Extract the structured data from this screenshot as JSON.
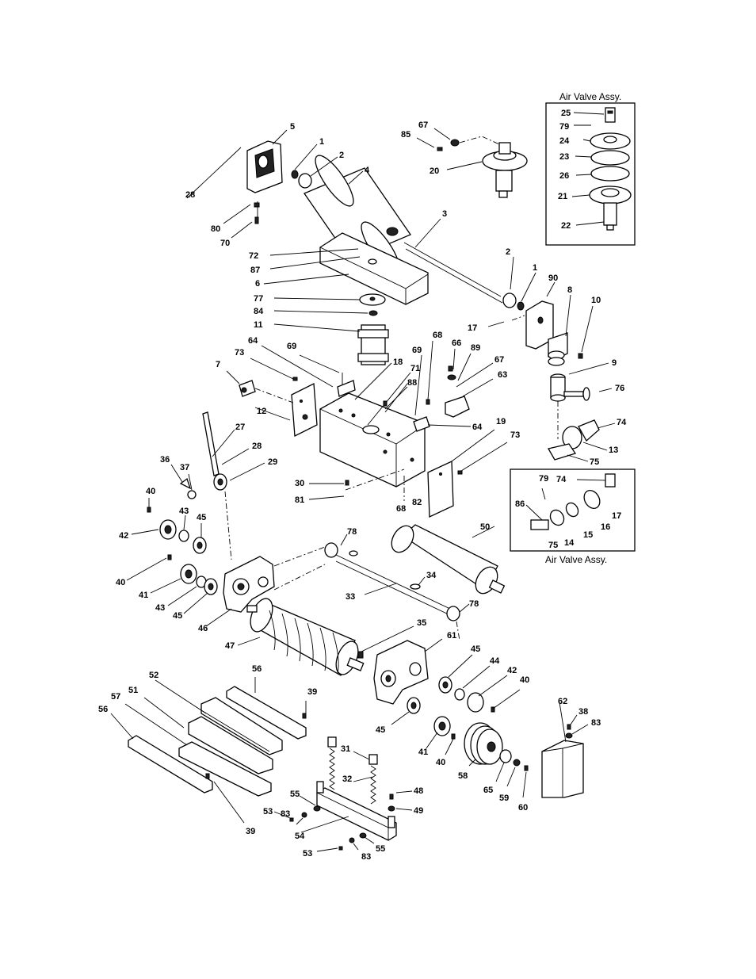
{
  "insets": {
    "upper_title": "Air Valve Assy.",
    "lower_title": "Air Valve Assy."
  },
  "callouts": [
    {
      "id": "c5",
      "text": "5"
    },
    {
      "id": "c28a",
      "text": "28"
    },
    {
      "id": "c80",
      "text": "80"
    },
    {
      "id": "c70",
      "text": "70"
    },
    {
      "id": "c1a",
      "text": "1"
    },
    {
      "id": "c2a",
      "text": "2"
    },
    {
      "id": "c4",
      "text": "4"
    },
    {
      "id": "c67a",
      "text": "67"
    },
    {
      "id": "c85",
      "text": "85"
    },
    {
      "id": "c20",
      "text": "20"
    },
    {
      "id": "c3",
      "text": "3"
    },
    {
      "id": "c72",
      "text": "72"
    },
    {
      "id": "c87",
      "text": "87"
    },
    {
      "id": "c6",
      "text": "6"
    },
    {
      "id": "c77",
      "text": "77"
    },
    {
      "id": "c84",
      "text": "84"
    },
    {
      "id": "c11",
      "text": "11"
    },
    {
      "id": "c2b",
      "text": "2"
    },
    {
      "id": "c1b",
      "text": "1"
    },
    {
      "id": "c90",
      "text": "90"
    },
    {
      "id": "c8",
      "text": "8"
    },
    {
      "id": "c10",
      "text": "10"
    },
    {
      "id": "c17a",
      "text": "17"
    },
    {
      "id": "c64a",
      "text": "64"
    },
    {
      "id": "c69a",
      "text": "69"
    },
    {
      "id": "c73a",
      "text": "73"
    },
    {
      "id": "c7",
      "text": "7"
    },
    {
      "id": "c18",
      "text": "18"
    },
    {
      "id": "c71",
      "text": "71"
    },
    {
      "id": "c69b",
      "text": "69"
    },
    {
      "id": "c68a",
      "text": "68"
    },
    {
      "id": "c66",
      "text": "66"
    },
    {
      "id": "c89",
      "text": "89"
    },
    {
      "id": "c67b",
      "text": "67"
    },
    {
      "id": "c63",
      "text": "63"
    },
    {
      "id": "c9",
      "text": "9"
    },
    {
      "id": "c76",
      "text": "76"
    },
    {
      "id": "c12",
      "text": "12"
    },
    {
      "id": "c88",
      "text": "88"
    },
    {
      "id": "c64b",
      "text": "64"
    },
    {
      "id": "c19",
      "text": "19"
    },
    {
      "id": "c73b",
      "text": "73"
    },
    {
      "id": "c74a",
      "text": "74"
    },
    {
      "id": "c13",
      "text": "13"
    },
    {
      "id": "c75a",
      "text": "75"
    },
    {
      "id": "c27",
      "text": "27"
    },
    {
      "id": "c28b",
      "text": "28"
    },
    {
      "id": "c29",
      "text": "29"
    },
    {
      "id": "c36",
      "text": "36"
    },
    {
      "id": "c37",
      "text": "37"
    },
    {
      "id": "c30",
      "text": "30"
    },
    {
      "id": "c81",
      "text": "81"
    },
    {
      "id": "c68b",
      "text": "68"
    },
    {
      "id": "c82",
      "text": "82"
    },
    {
      "id": "c40a",
      "text": "40"
    },
    {
      "id": "c43a",
      "text": "43"
    },
    {
      "id": "c45a",
      "text": "45"
    },
    {
      "id": "c42a",
      "text": "42"
    },
    {
      "id": "c78a",
      "text": "78"
    },
    {
      "id": "c50",
      "text": "50"
    },
    {
      "id": "c40b",
      "text": "40"
    },
    {
      "id": "c41a",
      "text": "41"
    },
    {
      "id": "c43b",
      "text": "43"
    },
    {
      "id": "c45b",
      "text": "45"
    },
    {
      "id": "c46",
      "text": "46"
    },
    {
      "id": "c34",
      "text": "34"
    },
    {
      "id": "c33",
      "text": "33"
    },
    {
      "id": "c78b",
      "text": "78"
    },
    {
      "id": "c47",
      "text": "47"
    },
    {
      "id": "c35",
      "text": "35"
    },
    {
      "id": "c61",
      "text": "61"
    },
    {
      "id": "c45c",
      "text": "45"
    },
    {
      "id": "c44",
      "text": "44"
    },
    {
      "id": "c42b",
      "text": "42"
    },
    {
      "id": "c40c",
      "text": "40"
    },
    {
      "id": "c52",
      "text": "52"
    },
    {
      "id": "c56a",
      "text": "56"
    },
    {
      "id": "c57",
      "text": "57"
    },
    {
      "id": "c51",
      "text": "51"
    },
    {
      "id": "c56b",
      "text": "56"
    },
    {
      "id": "c39a",
      "text": "39"
    },
    {
      "id": "c39b",
      "text": "39"
    },
    {
      "id": "c31",
      "text": "31"
    },
    {
      "id": "c32",
      "text": "32"
    },
    {
      "id": "c45d",
      "text": "45"
    },
    {
      "id": "c41b",
      "text": "41"
    },
    {
      "id": "c40d",
      "text": "40"
    },
    {
      "id": "c58",
      "text": "58"
    },
    {
      "id": "c65",
      "text": "65"
    },
    {
      "id": "c59",
      "text": "59"
    },
    {
      "id": "c60",
      "text": "60"
    },
    {
      "id": "c62",
      "text": "62"
    },
    {
      "id": "c38",
      "text": "38"
    },
    {
      "id": "c83a",
      "text": "83"
    },
    {
      "id": "c48",
      "text": "48"
    },
    {
      "id": "c49",
      "text": "49"
    },
    {
      "id": "c55a",
      "text": "55"
    },
    {
      "id": "c53a",
      "text": "53"
    },
    {
      "id": "c83b",
      "text": "83"
    },
    {
      "id": "c54",
      "text": "54"
    },
    {
      "id": "c53b",
      "text": "53"
    },
    {
      "id": "c83c",
      "text": "83"
    },
    {
      "id": "c55b",
      "text": "55"
    },
    {
      "id": "c25",
      "text": "25"
    },
    {
      "id": "c79a",
      "text": "79"
    },
    {
      "id": "c24",
      "text": "24"
    },
    {
      "id": "c23",
      "text": "23"
    },
    {
      "id": "c26",
      "text": "26"
    },
    {
      "id": "c21",
      "text": "21"
    },
    {
      "id": "c22",
      "text": "22"
    },
    {
      "id": "c79b",
      "text": "79"
    },
    {
      "id": "c74b",
      "text": "74"
    },
    {
      "id": "c86",
      "text": "86"
    },
    {
      "id": "c17b",
      "text": "17"
    },
    {
      "id": "c16",
      "text": "16"
    },
    {
      "id": "c15",
      "text": "15"
    },
    {
      "id": "c14",
      "text": "14"
    },
    {
      "id": "c75b",
      "text": "75"
    }
  ]
}
